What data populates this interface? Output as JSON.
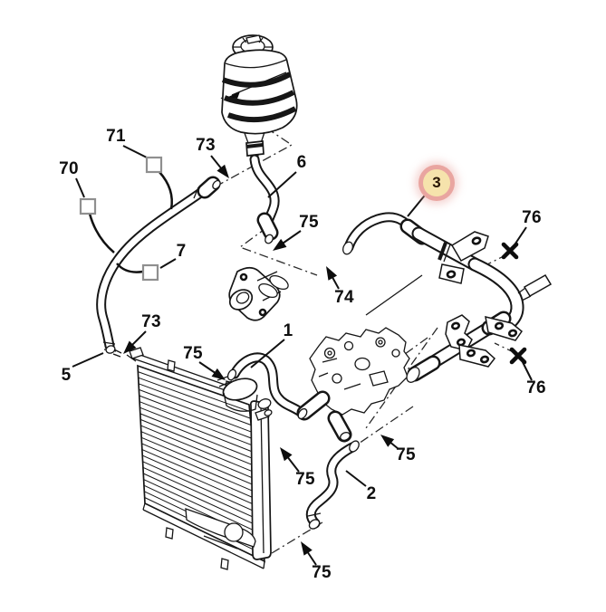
{
  "diagram": {
    "background": "#ffffff",
    "line_color": "#161616",
    "dash_line_color": "#2a2a2a",
    "square_marker_color": "#8f8f8f",
    "callouts": [
      {
        "label": "70",
        "marker": "square"
      },
      {
        "label": "71",
        "marker": "square"
      },
      {
        "label": "7",
        "marker": "square"
      },
      {
        "label": "73",
        "marker": "arrow"
      },
      {
        "label": "6",
        "marker": "line"
      },
      {
        "label": "75",
        "marker": "arrow"
      },
      {
        "label": "74",
        "marker": "arrow"
      },
      {
        "label": "76",
        "marker": "cross"
      },
      {
        "label": "76",
        "marker": "cross"
      },
      {
        "label": "73",
        "marker": "arrow"
      },
      {
        "label": "5",
        "marker": "line"
      },
      {
        "label": "75",
        "marker": "arrow"
      },
      {
        "label": "1",
        "marker": "line"
      },
      {
        "label": "75",
        "marker": "arrow"
      },
      {
        "label": "2",
        "marker": "line"
      },
      {
        "label": "75",
        "marker": "arrow"
      },
      {
        "label": "75",
        "marker": "arrow"
      }
    ],
    "highlighted_callout": {
      "label": "3",
      "fill_color": "#f6e3ac",
      "ring_color": "#e9a5a0",
      "text_color": "#271503"
    }
  }
}
